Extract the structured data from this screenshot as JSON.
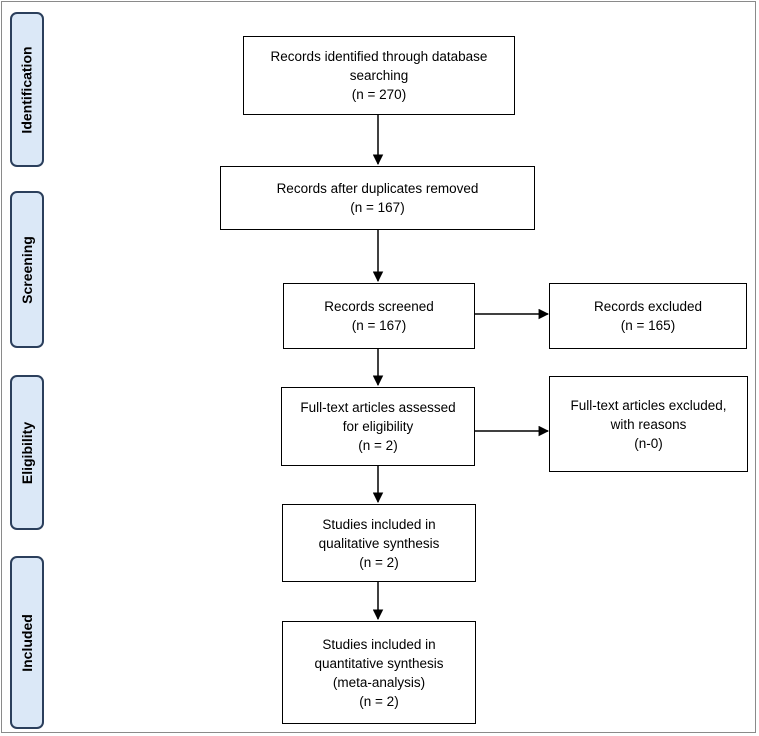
{
  "phases": {
    "identification": "Identification",
    "screening": "Screening",
    "eligibility": "Eligibility",
    "included": "Included"
  },
  "boxes": {
    "identified": {
      "lines": [
        "Records identified through database",
        "searching",
        "(n = 270)"
      ]
    },
    "duplicates_removed": {
      "lines": [
        "Records after duplicates removed",
        "(n = 167)"
      ]
    },
    "screened": {
      "lines": [
        "Records screened",
        "(n = 167)"
      ]
    },
    "excluded": {
      "lines": [
        "Records excluded",
        "(n = 165)"
      ]
    },
    "fulltext_assessed": {
      "lines": [
        "Full-text articles assessed",
        "for eligibility",
        "(n = 2)"
      ]
    },
    "fulltext_excluded": {
      "lines": [
        "Full-text articles excluded,",
        "with reasons",
        "(n-0)"
      ]
    },
    "qualitative": {
      "lines": [
        "Studies included in",
        "qualitative synthesis",
        "(n = 2)"
      ]
    },
    "quantitative": {
      "lines": [
        "Studies included in",
        "quantitative synthesis",
        "(meta-analysis)",
        "(n =  2)"
      ]
    }
  },
  "colors": {
    "phase_fill": "#dbe8f7",
    "phase_border": "#2b3f5c",
    "line": "#000000"
  }
}
